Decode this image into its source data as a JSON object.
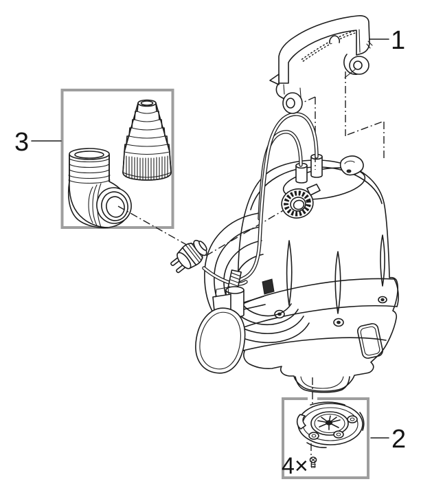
{
  "page": {
    "background": "#ffffff"
  },
  "diagram": {
    "kind": "exploded-parts-illustration",
    "subject": "submersible-drainage-pump",
    "line_color": "#1c1c1c",
    "callout_box_border_color": "#9e9e9e",
    "parts": {
      "p1": {
        "label": "1",
        "name": "carrying-handle"
      },
      "p2": {
        "label": "2",
        "name": "pump-base-plate",
        "screw_quantity_label": "4×",
        "screw_icon": "screw-icon"
      },
      "p3": {
        "label": "3",
        "name": "elbow-connector-and-stepped-hose-adapter"
      }
    }
  }
}
